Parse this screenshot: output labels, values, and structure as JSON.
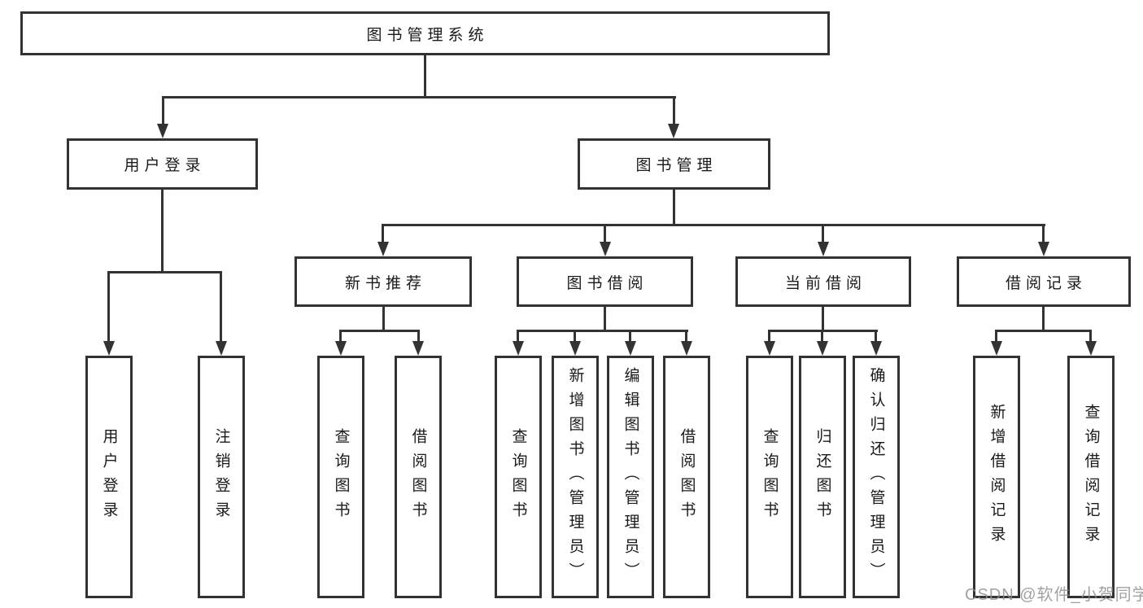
{
  "diagram": {
    "root": {
      "label": "图书管理系统",
      "children": [
        {
          "label": "用户登录",
          "children": [
            {
              "label": "用户登录"
            },
            {
              "label": "注销登录"
            }
          ]
        },
        {
          "label": "图书管理",
          "children": [
            {
              "label": "新书推荐",
              "children": [
                {
                  "label": "查询图书"
                },
                {
                  "label": "借阅图书"
                }
              ]
            },
            {
              "label": "图书借阅",
              "children": [
                {
                  "label": "查询图书"
                },
                {
                  "label": "新增图书（管理员）"
                },
                {
                  "label": "编辑图书（管理员）"
                },
                {
                  "label": "借阅图书"
                }
              ]
            },
            {
              "label": "当前借阅",
              "children": [
                {
                  "label": "查询图书"
                },
                {
                  "label": "归还图书"
                },
                {
                  "label": "确认归还（管理员）"
                }
              ]
            },
            {
              "label": "借阅记录",
              "children": [
                {
                  "label": "新增借阅记录"
                },
                {
                  "label": "查询借阅记录"
                }
              ]
            }
          ]
        }
      ]
    }
  },
  "watermark": {
    "text": "CSDN @软件_小贺同学"
  },
  "colors": {
    "line": "#333333",
    "box_background": "#ffffff",
    "text": "#1a1a1a",
    "watermark": "#8c8c8c"
  }
}
